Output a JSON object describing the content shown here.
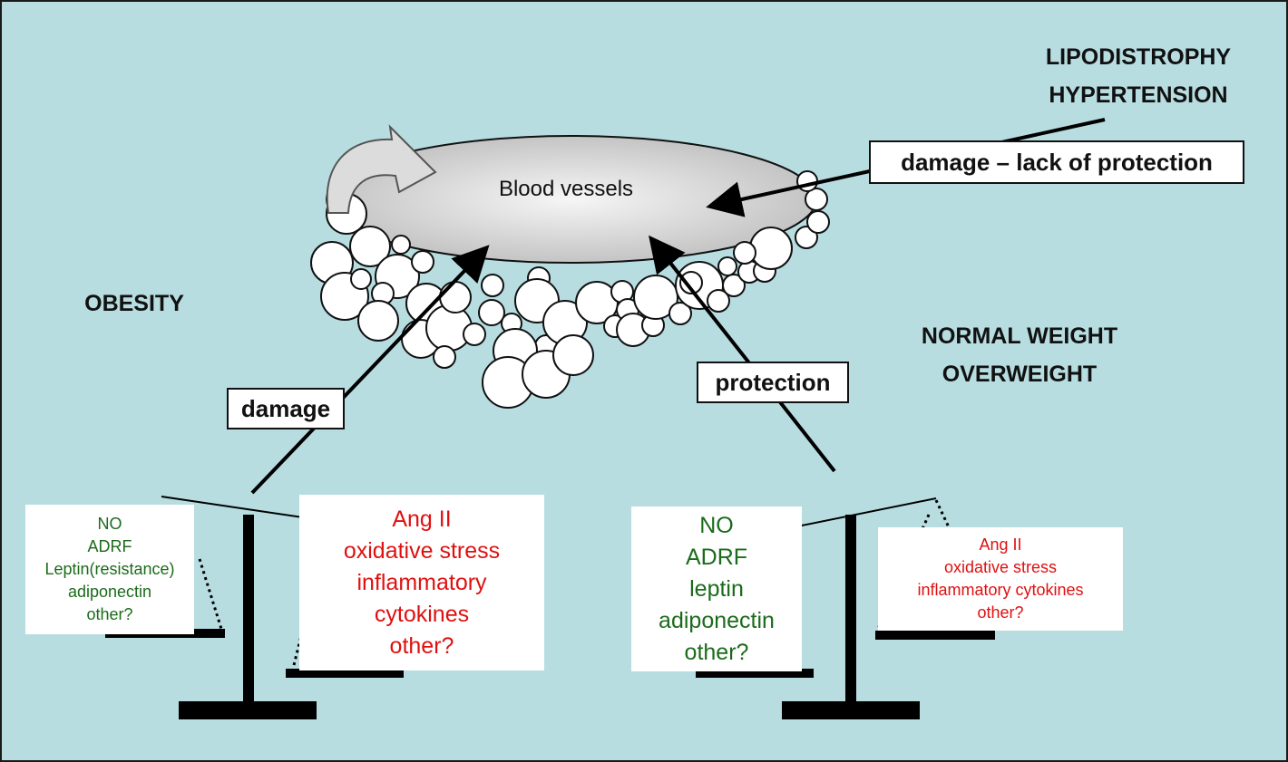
{
  "header": {
    "lipodystrophy": "LIPODISTROPHY",
    "hypertension": "HYPERTENSION"
  },
  "center": {
    "vessel_label": "Blood vessels"
  },
  "left_group": {
    "title": "OBESITY",
    "arrow_label": "damage",
    "protective_factors": [
      "NO",
      "ADRF",
      "Leptin(resistance)",
      "adiponectin",
      "other?"
    ],
    "harmful_factors": [
      "Ang II",
      "oxidative stress",
      "inflammatory",
      "cytokines",
      "other?"
    ]
  },
  "right_group": {
    "title_line1": "NORMAL WEIGHT",
    "title_line2": "OVERWEIGHT",
    "arrow_label": "protection",
    "protective_factors": [
      "NO",
      "ADRF",
      "leptin",
      "adiponectin",
      "other?"
    ],
    "harmful_factors": [
      "Ang II",
      "oxidative stress",
      "inflammatory cytokines",
      "other?"
    ]
  },
  "top_right": {
    "arrow_label": "damage – lack of protection"
  },
  "colors": {
    "background": "#b7dde1",
    "protective_text": "#1b6b1b",
    "harmful_text": "#e01010",
    "outline": "#111111"
  },
  "icons": [
    "curved-arrow-icon",
    "adipocyte-cluster",
    "balance-scale-left",
    "balance-scale-right"
  ]
}
